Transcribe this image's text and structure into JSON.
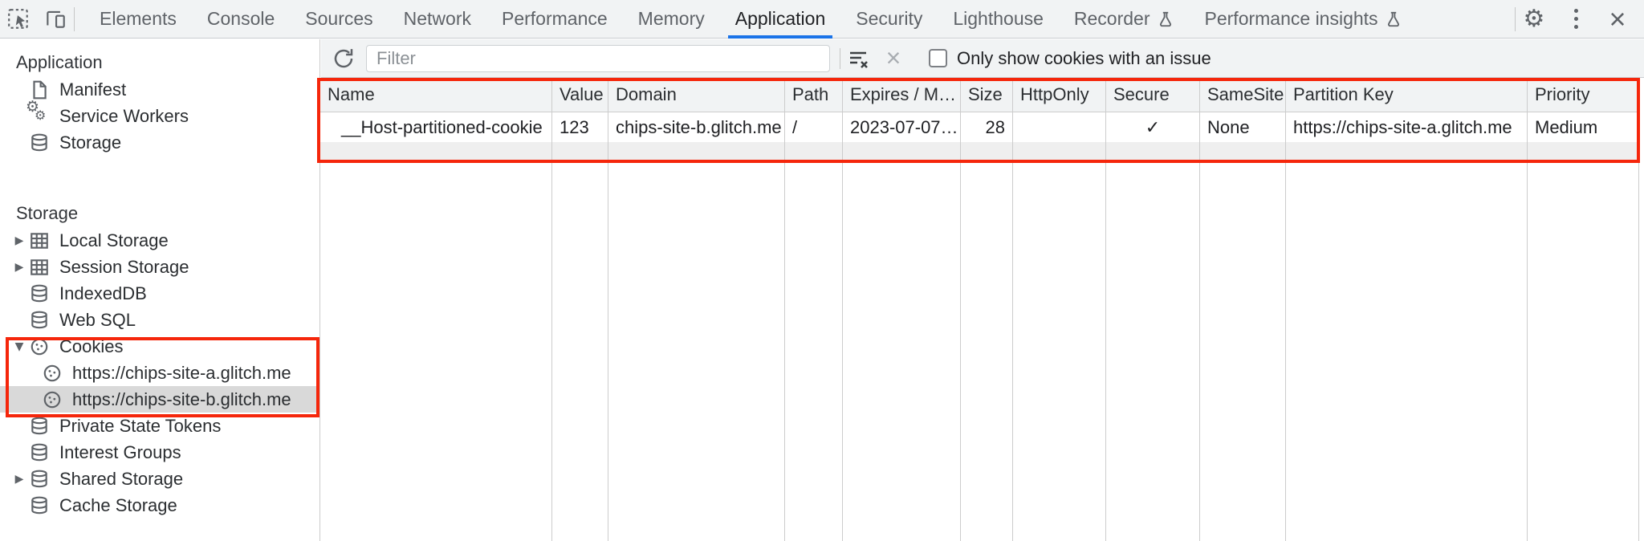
{
  "colors": {
    "annotation": "#f5260b",
    "accent": "#1a73e8",
    "selection": "#d9d9d9",
    "toolbar_bg": "#f1f3f4",
    "border": "#cacdd1",
    "icon": "#5f6368"
  },
  "tabbar": {
    "tabs": [
      {
        "label": "Elements"
      },
      {
        "label": "Console"
      },
      {
        "label": "Sources"
      },
      {
        "label": "Network"
      },
      {
        "label": "Performance"
      },
      {
        "label": "Memory"
      },
      {
        "label": "Application",
        "selected": true
      },
      {
        "label": "Security"
      },
      {
        "label": "Lighthouse"
      },
      {
        "label": "Recorder",
        "flask": true
      },
      {
        "label": "Performance insights",
        "flask": true
      }
    ]
  },
  "sidebar": {
    "sections": [
      {
        "title": "Application",
        "items": [
          {
            "label": "Manifest"
          },
          {
            "label": "Service Workers"
          },
          {
            "label": "Storage"
          }
        ]
      },
      {
        "title": "Storage",
        "items": [
          {
            "label": "Local Storage",
            "arrow": "collapsed"
          },
          {
            "label": "Session Storage",
            "arrow": "collapsed"
          },
          {
            "label": "IndexedDB"
          },
          {
            "label": "Web SQL"
          },
          {
            "label": "Cookies",
            "arrow": "expanded"
          },
          {
            "label": "https://chips-site-a.glitch.me",
            "child": true
          },
          {
            "label": "https://chips-site-b.glitch.me",
            "child": true,
            "selected": true
          },
          {
            "label": "Private State Tokens"
          },
          {
            "label": "Interest Groups"
          },
          {
            "label": "Shared Storage",
            "arrow": "collapsed"
          },
          {
            "label": "Cache Storage"
          }
        ]
      }
    ],
    "arrow_collapsed": "▶",
    "arrow_expanded": "▼"
  },
  "filter_bar": {
    "placeholder": "Filter",
    "checkbox_label": "Only show cookies with an issue",
    "checkbox_checked": false
  },
  "table": {
    "columns": [
      "Name",
      "Value",
      "Domain",
      "Path",
      "Expires / M…",
      "Size",
      "HttpOnly",
      "Secure",
      "SameSite",
      "Partition Key",
      "Priority"
    ],
    "row": {
      "name": "__Host-partitioned-cookie",
      "value": "123",
      "domain": "chips-site-b.glitch.me",
      "path": "/",
      "expires": "2023-07-07…",
      "size": "28",
      "http_only": "",
      "secure": "✓",
      "same_site": "None",
      "partition_key": "https://chips-site-a.glitch.me",
      "priority": "Medium"
    }
  }
}
